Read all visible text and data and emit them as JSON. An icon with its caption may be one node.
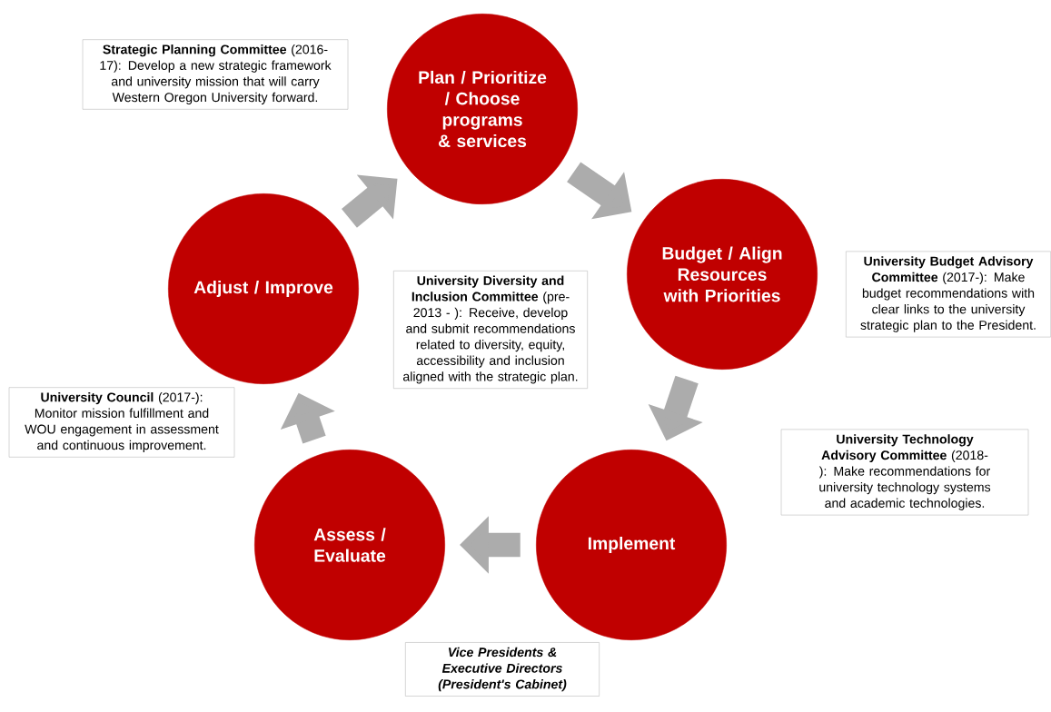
{
  "diagram": {
    "nodes": [
      {
        "text": [
          "Plan / Prioritize / Choose programs & services"
        ]
      },
      {
        "text": [
          "Budget / Align Resources with Priorities"
        ]
      },
      {
        "text": [
          "Implement"
        ]
      },
      {
        "text": [
          "Assess / Evaluate"
        ]
      },
      {
        "text": [
          "Adjust / Improve"
        ]
      },
      {
        "text": [
          "**Strategic Planning Committee** (2016-17): Develop a new strategic framework and university mission that will carry Western Oregon University forward."
        ]
      },
      {
        "text": [
          "**University Diversity and Inclusion Committee** (pre-2013 - ): Receive, develop and submit recommendations related to diversity, equity, accessibility and inclusion aligned with the strategic plan."
        ]
      },
      {
        "text": [
          "**University Budget Advisory Committee** (2017-): Make budget recommendations with clear links to the university strategic plan to the President."
        ]
      },
      {
        "text": [
          "**University Council** (2017-): Monitor mission fulfillment and WOU engagement in assessment and continuous improvement."
        ]
      },
      {
        "text": [
          "**University Technology Advisory Committee** (2018-): Make recommendations for university technology systems and academic technologies."
        ]
      },
      {
        "text": [
          "Vice Presidents & Executive Directors (President's Cabinet)"
        ]
      }
    ],
    "edges": [
      {
        "from": 4,
        "to": 0,
        "arrow": "to"
      },
      {
        "from": 0,
        "to": 1,
        "arrow": "to"
      },
      {
        "from": 1,
        "to": 2,
        "arrow": "to"
      },
      {
        "from": 2,
        "to": 3,
        "arrow": "to"
      },
      {
        "from": 3,
        "to": 4,
        "arrow": "to"
      }
    ]
  }
}
